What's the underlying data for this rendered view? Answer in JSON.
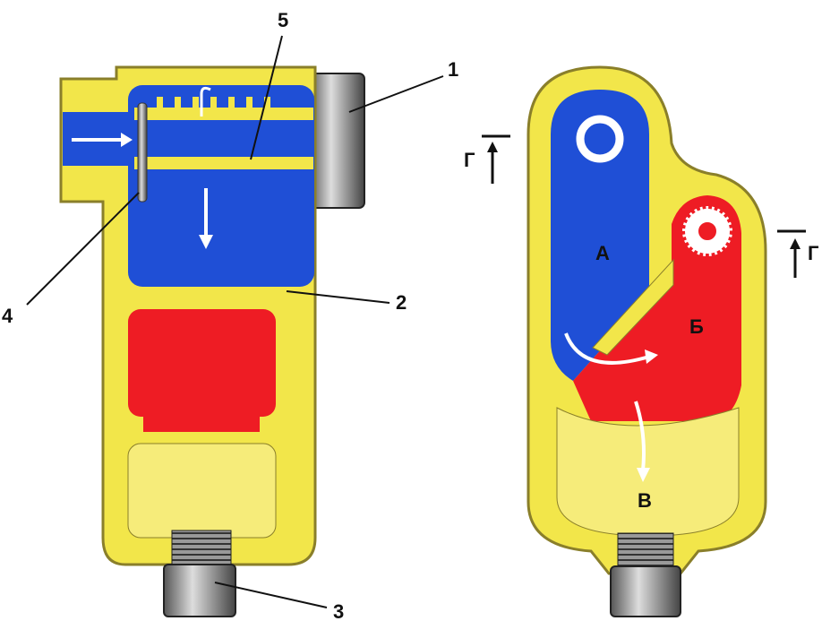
{
  "colors": {
    "body": "#f2e64a",
    "outline": "#8a7f2a",
    "blue": "#1f4fd6",
    "red": "#ee1c24",
    "metal": "#9a9a9a"
  },
  "left_view": {
    "callouts": [
      "1",
      "2",
      "3",
      "4",
      "5"
    ]
  },
  "right_view": {
    "zones": [
      "А",
      "Б",
      "В"
    ],
    "section_marks": [
      "Г",
      "Г"
    ]
  }
}
